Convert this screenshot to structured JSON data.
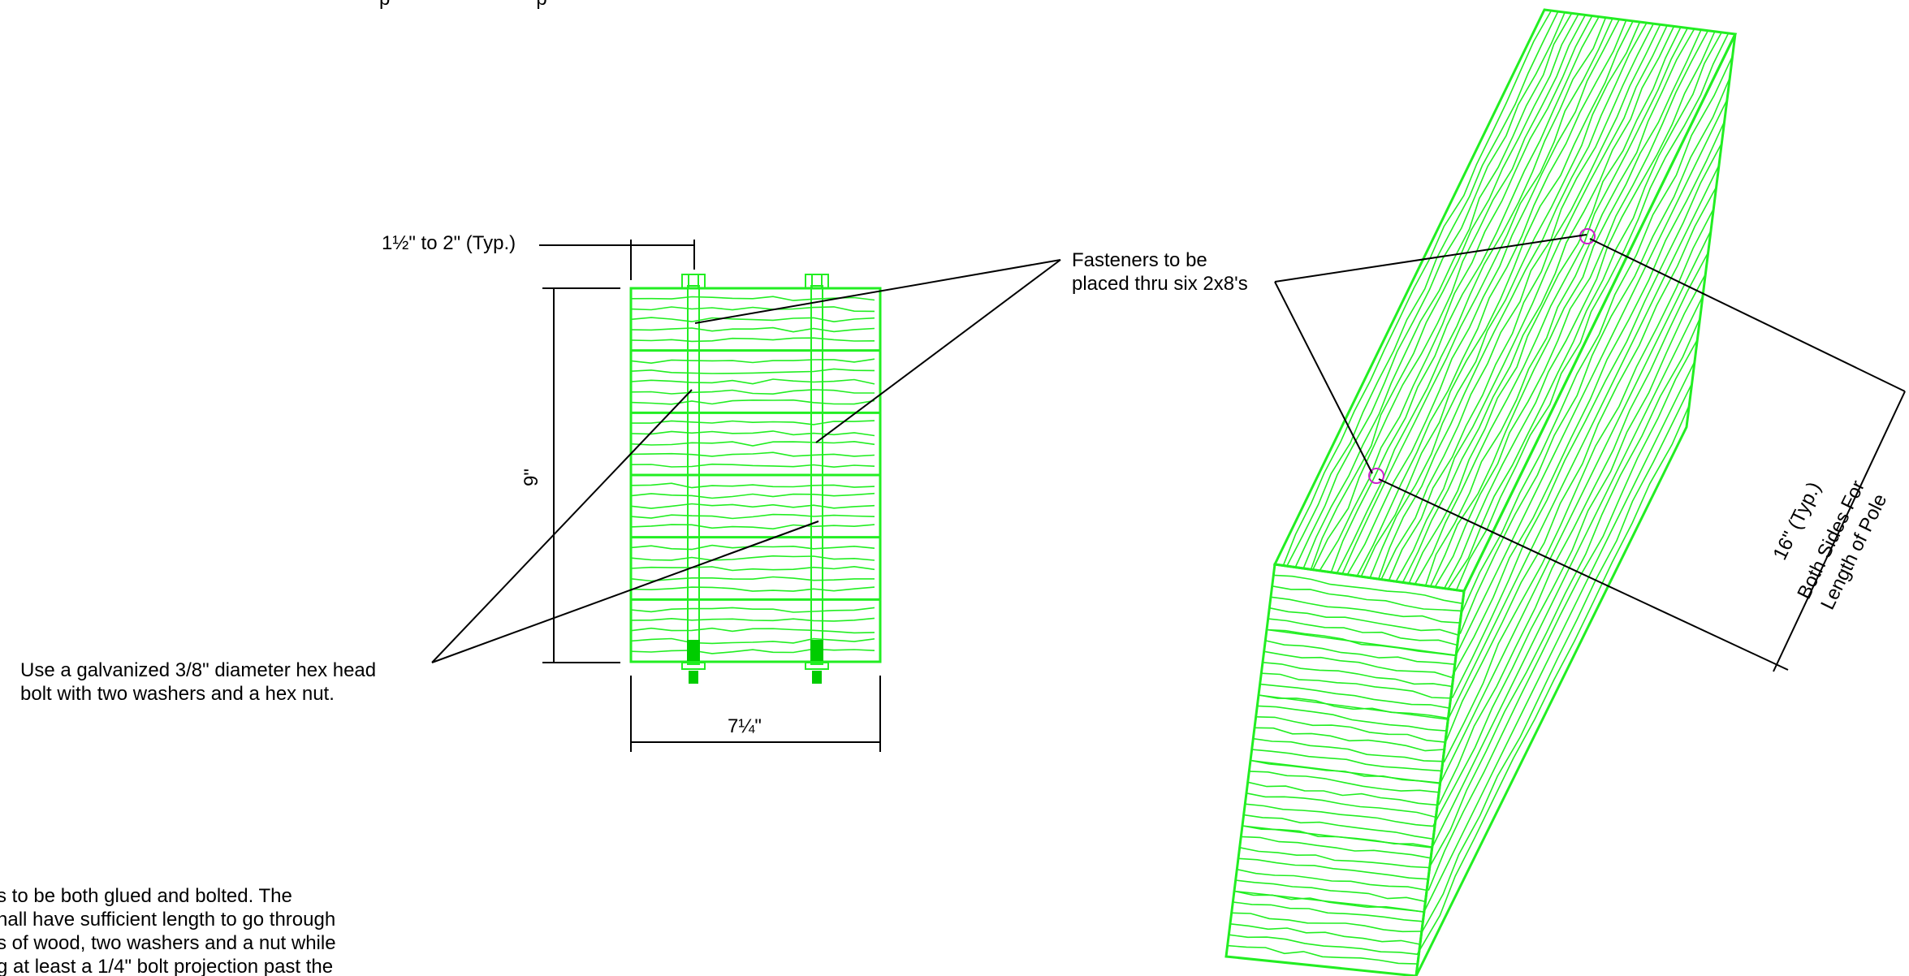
{
  "labels": {
    "dim_edge_distance": "1½\" to 2\" (Typ.)",
    "dim_height": "9\"",
    "dim_width": "7¼\"",
    "fastener_note_line1": "Fasteners to be",
    "fastener_note_line2": "placed thru six 2x8's",
    "bolt_note_line1": "Use a galvanized 3/8\" diameter hex head",
    "bolt_note_line2": "bolt with two washers and a hex nut.",
    "spacing_line1": "16\" (Typ.)",
    "spacing_line2": "Both Sides For",
    "spacing_line3": "Length of Pole",
    "general_note_line1": "s to be both glued and bolted.  The",
    "general_note_line2": "hall have sufficient length to go through",
    "general_note_line3": "s of wood, two washers and a nut while",
    "general_note_line4": "g at least a 1/4\" bolt projection past the",
    "top_partial_text": "p                           p"
  },
  "colors": {
    "wood": "#22ee22",
    "bolt_fill": "#00cc00",
    "fastener_marker": "#cc22cc",
    "annotation": "#000000"
  }
}
